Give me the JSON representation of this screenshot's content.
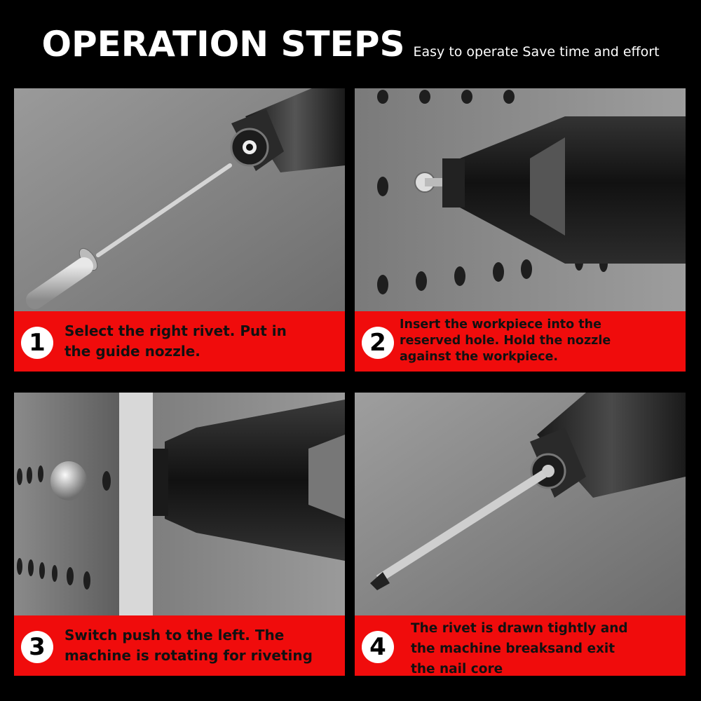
{
  "header": {
    "title": "OPERATION STEPS",
    "subtitle": "Easy to operate Save time and effort"
  },
  "colors": {
    "accent_red": "#f00c0c",
    "background": "#000000",
    "badge_bg": "#ffffff"
  },
  "steps": [
    {
      "number": "1",
      "lines": [
        "Select the right rivet. Put in",
        "the guide nozzle."
      ]
    },
    {
      "number": "2",
      "lines": [
        "Insert the workpiece into the",
        "reserved hole. Hold the nozzle",
        "against the workpiece."
      ]
    },
    {
      "number": "3",
      "lines": [
        "Switch push to the left. The",
        "machine is rotating for riveting"
      ]
    },
    {
      "number": "4",
      "lines": [
        "The rivet is drawn tightly and",
        "the machine breaksand exit",
        "the nail core"
      ]
    }
  ]
}
